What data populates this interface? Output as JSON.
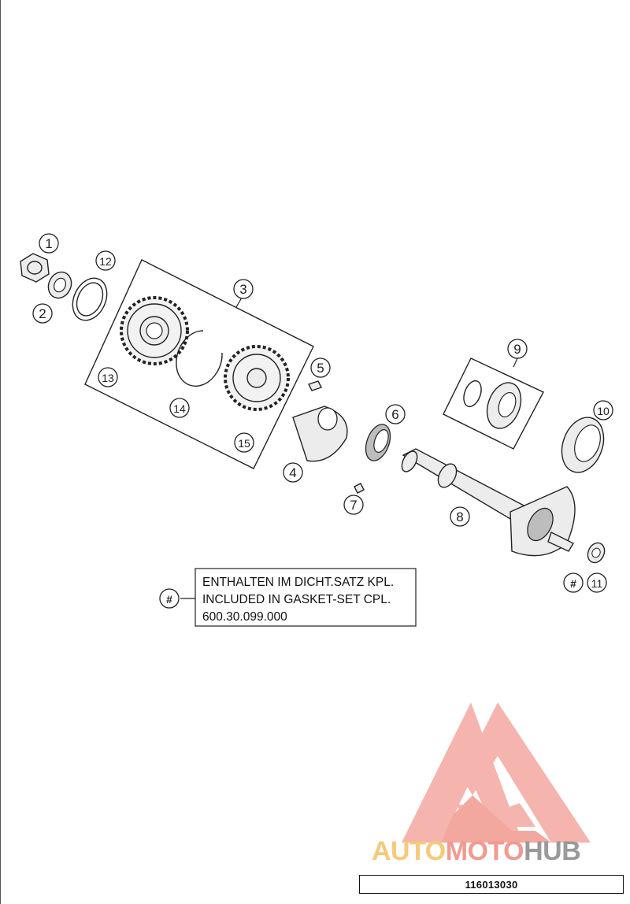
{
  "diagram": {
    "callouts": [
      {
        "id": "c1",
        "label": "1"
      },
      {
        "id": "c2",
        "label": "2"
      },
      {
        "id": "c3",
        "label": "3"
      },
      {
        "id": "c4",
        "label": "4"
      },
      {
        "id": "c5",
        "label": "5"
      },
      {
        "id": "c6",
        "label": "6"
      },
      {
        "id": "c7",
        "label": "7"
      },
      {
        "id": "c8",
        "label": "8"
      },
      {
        "id": "c9",
        "label": "9"
      },
      {
        "id": "c10",
        "label": "10"
      },
      {
        "id": "c11",
        "label": "11"
      },
      {
        "id": "c12",
        "label": "12"
      },
      {
        "id": "c13",
        "label": "13"
      },
      {
        "id": "c14",
        "label": "14"
      },
      {
        "id": "c15",
        "label": "15"
      },
      {
        "id": "hash_part",
        "label": "#"
      },
      {
        "id": "hash_note",
        "label": "#"
      }
    ],
    "note": {
      "lines": [
        "ENTHALTEN IM DICHT.SATZ KPL.",
        "INCLUDED IN GASKET-SET CPL.",
        "600.30.099.000"
      ]
    },
    "colors": {
      "line": "#222222",
      "brand_orange": "#f7c97a",
      "brand_red": "#f29a8f",
      "brand_grey": "#9a9a9a"
    }
  },
  "watermark": {
    "part1": "AUTO",
    "part2": "MOTO",
    "part3": "HUB"
  },
  "footer": {
    "code": "116013030"
  }
}
